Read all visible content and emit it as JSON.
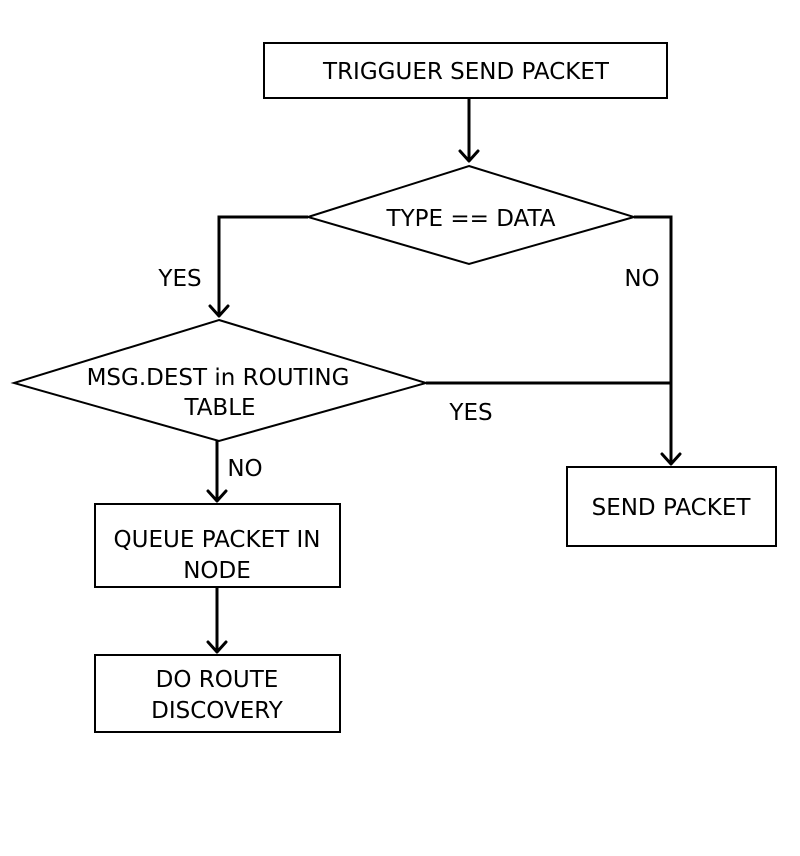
{
  "nodes": {
    "trigger": {
      "line1": "TRIGGUER SEND PACKET"
    },
    "type_check": {
      "line1": "TYPE == DATA"
    },
    "dest_check": {
      "line1": "MSG.DEST in ROUTING",
      "line2": "TABLE"
    },
    "queue": {
      "line1": "QUEUE PACKET IN",
      "line2": "NODE"
    },
    "route_discovery": {
      "line1": "DO ROUTE",
      "line2": "DISCOVERY"
    },
    "send": {
      "line1": "SEND PACKET"
    }
  },
  "edges": {
    "type_yes": "YES",
    "type_no": "NO",
    "dest_yes": "YES",
    "dest_no": "NO"
  },
  "colors": {
    "stroke": "#000000",
    "fill": "#ffffff",
    "text": "#000000"
  }
}
